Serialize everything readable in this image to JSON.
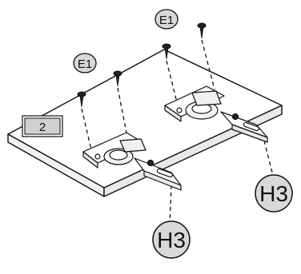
{
  "step_label": "2",
  "screw_callouts": [
    "E1",
    "E1"
  ],
  "hinge_callouts": [
    "H3",
    "H3"
  ],
  "colors": {
    "line": "#111111",
    "board": "#ffffff",
    "callout_fill": "#d9d9d9",
    "step_fill": "#d0d0d0"
  }
}
